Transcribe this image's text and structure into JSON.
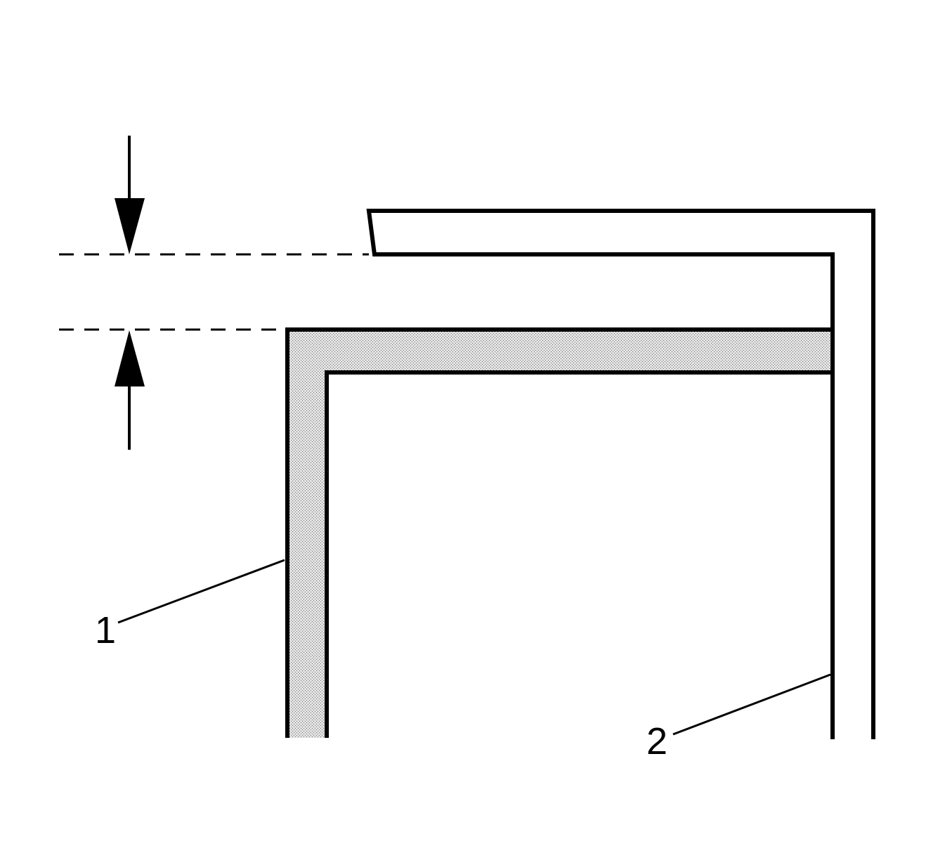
{
  "diagram": {
    "callouts": [
      {
        "number": "1",
        "part": "shaded-panel"
      },
      {
        "number": "2",
        "part": "outer-cap"
      }
    ],
    "colors": {
      "stroke": "#000000",
      "background": "#ffffff",
      "fill_shade": "#d8d8d8",
      "stipple": "#6e6e6e"
    },
    "icons": [
      "arrow-down-icon",
      "arrow-up-icon"
    ]
  }
}
